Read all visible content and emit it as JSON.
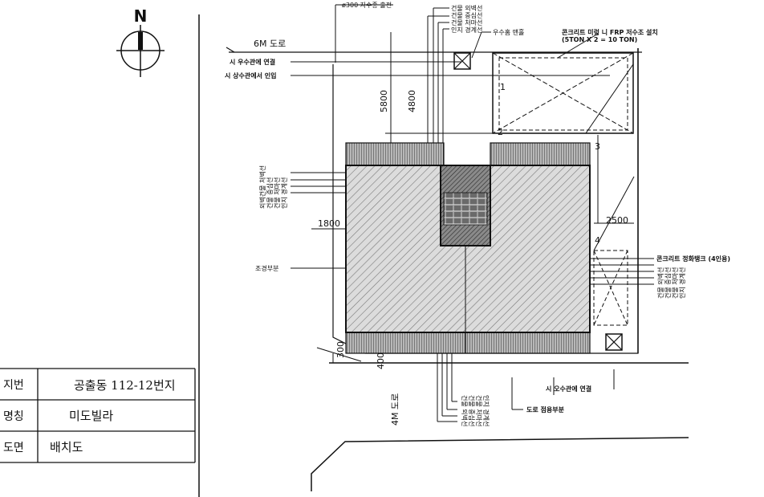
{
  "north": {
    "label": "N"
  },
  "title_block": {
    "rows": [
      {
        "key": "지번",
        "value": "공출동 112-12번지"
      },
      {
        "key": "명칭",
        "value": "미도빌라"
      },
      {
        "key": "도면",
        "value": "배치도"
      }
    ]
  },
  "roads": {
    "top": "6M 도로",
    "bottom": "4M 도로"
  },
  "dimensions": {
    "d5800": "5800",
    "d4800": "4800",
    "d1800": "1800",
    "d2500": "2500",
    "d300": "300",
    "d400": "400",
    "n1": "1",
    "n2": "2",
    "n3": "3",
    "n4": "4"
  },
  "labels": {
    "storm_outlet": "ø300 자수종 출전",
    "wall_group_top": [
      "건물 외벽선",
      "건물 중심선",
      "건물 처마선",
      "인지 경계선"
    ],
    "rain_box": "우수홈 맨홀",
    "tank": [
      "콘크리트 미렁 니 FRP 저수조 설치",
      "(5TON X 2 = 10 TON)"
    ],
    "city_storm": "시 우수관에 연결",
    "city_water": "시 상수관에서 인입",
    "wall_group_left": [
      "외벽건물 처벽선",
      "건물 중심선",
      "건물 처마선",
      "인지 경계선"
    ],
    "landscape": "조경부분",
    "septic": "콘크리트 정화탱크 (4인용)",
    "wall_group_right": [
      "건물 외벽선",
      "건물 중심선",
      "건물 처마선",
      "인지 경계선"
    ],
    "city_sewer": "시 오수관에 연결",
    "road_included": "도로 점용부분",
    "wall_group_bottom": [
      "건물 외벽선",
      "건물 중심선",
      "건물 처마선",
      "인지 경계선"
    ]
  }
}
